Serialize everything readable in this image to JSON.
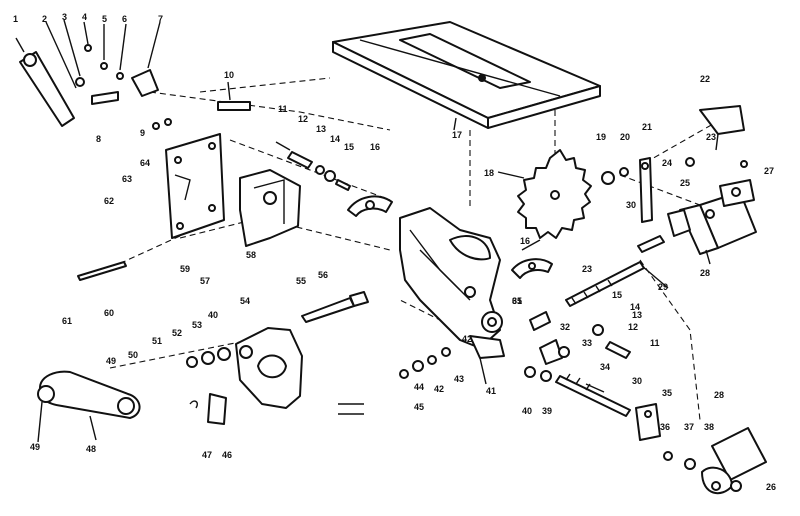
{
  "diagram": {
    "callouts": [
      {
        "id": "c1",
        "text": "1"
      },
      {
        "id": "c2",
        "text": "2"
      },
      {
        "id": "c3",
        "text": "3"
      },
      {
        "id": "c4",
        "text": "4"
      },
      {
        "id": "c5",
        "text": "5"
      },
      {
        "id": "c6",
        "text": "6"
      },
      {
        "id": "c7",
        "text": "7"
      },
      {
        "id": "c8",
        "text": "8"
      },
      {
        "id": "c9",
        "text": "9"
      },
      {
        "id": "c10",
        "text": "10"
      },
      {
        "id": "c11a",
        "text": "11"
      },
      {
        "id": "c11b",
        "text": "11"
      },
      {
        "id": "c12a",
        "text": "12"
      },
      {
        "id": "c12b",
        "text": "12"
      },
      {
        "id": "c13a",
        "text": "13"
      },
      {
        "id": "c13b",
        "text": "13"
      },
      {
        "id": "c14a",
        "text": "14"
      },
      {
        "id": "c14b",
        "text": "14"
      },
      {
        "id": "c15a",
        "text": "15"
      },
      {
        "id": "c15b",
        "text": "15"
      },
      {
        "id": "c16a",
        "text": "16"
      },
      {
        "id": "c16b",
        "text": "16"
      },
      {
        "id": "c17",
        "text": "17"
      },
      {
        "id": "c18",
        "text": "18"
      },
      {
        "id": "c19",
        "text": "19"
      },
      {
        "id": "c20",
        "text": "20"
      },
      {
        "id": "c21",
        "text": "21"
      },
      {
        "id": "c22",
        "text": "22"
      },
      {
        "id": "c23a",
        "text": "23"
      },
      {
        "id": "c23b",
        "text": "23"
      },
      {
        "id": "c24",
        "text": "24"
      },
      {
        "id": "c25",
        "text": "25"
      },
      {
        "id": "c26",
        "text": "26"
      },
      {
        "id": "c27",
        "text": "27"
      },
      {
        "id": "c28a",
        "text": "28"
      },
      {
        "id": "c28b",
        "text": "28"
      },
      {
        "id": "c29",
        "text": "29"
      },
      {
        "id": "c30a",
        "text": "30"
      },
      {
        "id": "c30b",
        "text": "30"
      },
      {
        "id": "c31",
        "text": "31"
      },
      {
        "id": "c32",
        "text": "32"
      },
      {
        "id": "c33",
        "text": "33"
      },
      {
        "id": "c34",
        "text": "34"
      },
      {
        "id": "c35",
        "text": "35"
      },
      {
        "id": "c36",
        "text": "36"
      },
      {
        "id": "c37",
        "text": "37"
      },
      {
        "id": "c38",
        "text": "38"
      },
      {
        "id": "c39",
        "text": "39"
      },
      {
        "id": "c40a",
        "text": "40"
      },
      {
        "id": "c40b",
        "text": "40"
      },
      {
        "id": "c41",
        "text": "41"
      },
      {
        "id": "c42a",
        "text": "42"
      },
      {
        "id": "c42b",
        "text": "42"
      },
      {
        "id": "c43",
        "text": "43"
      },
      {
        "id": "c44",
        "text": "44"
      },
      {
        "id": "c45",
        "text": "45"
      },
      {
        "id": "c46",
        "text": "46"
      },
      {
        "id": "c47",
        "text": "47"
      },
      {
        "id": "c48",
        "text": "48"
      },
      {
        "id": "c49a",
        "text": "49"
      },
      {
        "id": "c49b",
        "text": "49"
      },
      {
        "id": "c50",
        "text": "50"
      },
      {
        "id": "c51",
        "text": "51"
      },
      {
        "id": "c52",
        "text": "52"
      },
      {
        "id": "c53",
        "text": "53"
      },
      {
        "id": "c54",
        "text": "54"
      },
      {
        "id": "c55",
        "text": "55"
      },
      {
        "id": "c56",
        "text": "56"
      },
      {
        "id": "c57",
        "text": "57"
      },
      {
        "id": "c58",
        "text": "58"
      },
      {
        "id": "c59",
        "text": "59"
      },
      {
        "id": "c60",
        "text": "60"
      },
      {
        "id": "c61",
        "text": "61"
      },
      {
        "id": "c62",
        "text": "62"
      },
      {
        "id": "c63",
        "text": "63"
      },
      {
        "id": "c64",
        "text": "64"
      },
      {
        "id": "c65",
        "text": "65"
      }
    ]
  }
}
